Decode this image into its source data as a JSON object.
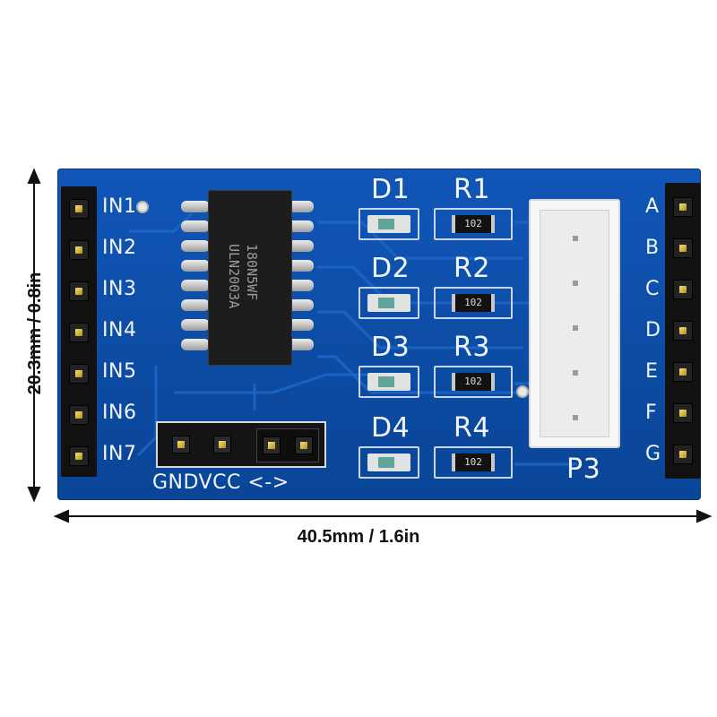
{
  "dimensions": {
    "width_label": "40.5mm / 1.6in",
    "height_label": "20.3mm / 0.8in"
  },
  "board": {
    "input_labels": [
      "IN1",
      "IN2",
      "IN3",
      "IN4",
      "IN5",
      "IN6",
      "IN7"
    ],
    "output_labels": [
      "A",
      "B",
      "C",
      "D",
      "E",
      "F",
      "G"
    ],
    "led_labels": [
      "D1",
      "D2",
      "D3",
      "D4"
    ],
    "resistor_labels": [
      "R1",
      "R2",
      "R3",
      "R4"
    ],
    "resistor_codes": [
      "102",
      "102",
      "102",
      "102"
    ],
    "connector_label": "P3",
    "power_label": "GNDVCC <->",
    "chip_text": [
      "180N5WF",
      "ULN2003A"
    ]
  },
  "colors": {
    "pcb": "#0d4ea8",
    "silkscreen": "#f2f5fa",
    "header": "#111111"
  }
}
